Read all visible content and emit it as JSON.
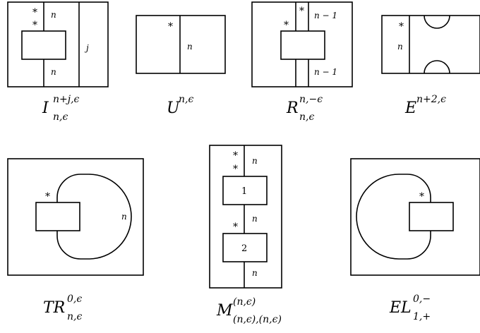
{
  "labels": {
    "star": "*",
    "n": "n",
    "j": "j",
    "n_minus_1": "n − 1",
    "box_1": "1",
    "box_2": "2"
  },
  "captions": {
    "I": {
      "base": "I",
      "sup": "n+j,ϵ",
      "sub": "n,ϵ"
    },
    "U": {
      "base": "U",
      "sup": "n,ϵ"
    },
    "R": {
      "base": "R",
      "sup": "n,−ϵ",
      "sub": "n,ϵ"
    },
    "E": {
      "base": "E",
      "sup": "n+2,ϵ"
    },
    "TR": {
      "base": "TR",
      "sup": "0,ϵ",
      "sub": "n,ϵ"
    },
    "M": {
      "base": "M",
      "sup": "(n,ϵ)",
      "sub": "(n,ϵ),(n,ϵ)"
    },
    "EL": {
      "base": "EL",
      "sup": "0,−",
      "sub": "1,+"
    }
  }
}
